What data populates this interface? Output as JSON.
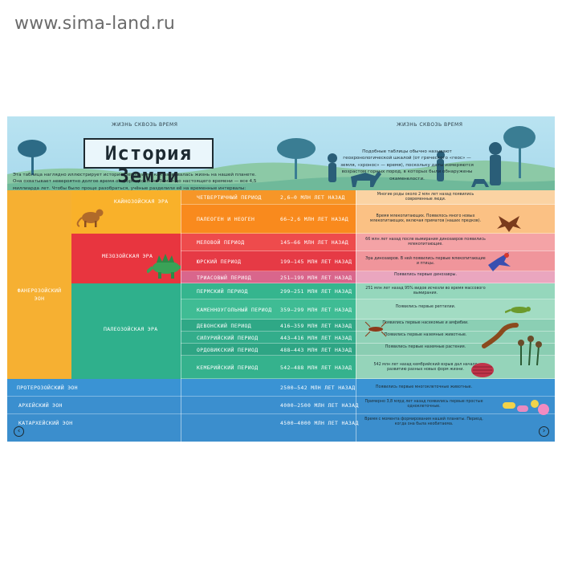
{
  "watermark": "www.sima-land.ru",
  "running_head_left": "Жизнь сквозь время",
  "running_head_right": "Жизнь сквозь время",
  "title": "История Земли",
  "intro": "Эта таблица наглядно иллюстрирует историю Земли и то, как развивалась жизнь на нашей планете. Она охватывает невероятно долгое время от формирования Земли до настоящего времени — все 4,5 миллиарда лет. Чтобы было проще разобраться, учёные разделили её на временные интервалы: эоны, эры и периоды.",
  "note": "Подобные таблицы обычно называют геохронологической шкалой (от греческого «геос» — земля, «хронос» — время), поскольку даты измеряются возрастом горных пород, в которых были обнаружены окаменелости.",
  "eons": {
    "phanerozoic": "Фанерозойский эон",
    "proterozoic": "Протерозойский эон",
    "archean": "Архейский эон",
    "katarchean": "Катархейский эон"
  },
  "eras": {
    "cenozoic": "Кайнозойская эра",
    "mesozoic": "Мезозойская эра",
    "paleozoic": "Палеозойская эра"
  },
  "periods": [
    {
      "name": "Четвертичный период",
      "date": "2,6–0 млн лет назад",
      "event": "Многие роды около 2 млн лет назад появились современные люди."
    },
    {
      "name": "Палеоген и неоген",
      "date": "66–2,6 млн лет назад",
      "event": "Время млекопитающих. Появилось много новых млекопитающих, включая приматов (наших предков)."
    },
    {
      "name": "Меловой период",
      "date": "145–66 млн лет назад",
      "event": "66 млн лет назад после вымирания динозавров появились млекопитающие."
    },
    {
      "name": "Юрский период",
      "date": "199–145 млн лет назад",
      "event": "Эра динозавров. В ней появились первые млекопитающие и птицы."
    },
    {
      "name": "Триасовый период",
      "date": "251–199 млн лет назад",
      "event": "Появились первые динозавры."
    },
    {
      "name": "Пермский период",
      "date": "299–251 млн лет назад",
      "event": "251 млн лет назад 95% видов исчезли во время массового вымирания."
    },
    {
      "name": "Каменноугольный период",
      "date": "359–299 млн лет назад",
      "event": "Появились первые рептилии."
    },
    {
      "name": "Девонский период",
      "date": "416–359 млн лет назад",
      "event": "Появились первые насекомые и амфибии."
    },
    {
      "name": "Силурийский период",
      "date": "443–416 млн лет назад",
      "event": "Появились первые наземные животные."
    },
    {
      "name": "Ордовикский период",
      "date": "488–443 млн лет назад",
      "event": "Появились первые наземные растения."
    },
    {
      "name": "Кембрийский период",
      "date": "542–488 млн лет назад",
      "event": "542 млн лет назад кембрийский взрыв дал начало развитию разных новых форм жизни."
    }
  ],
  "deep": [
    {
      "date": "2500–542 млн лет назад",
      "event": "Появились первые многоклеточные животные."
    },
    {
      "date": "4000–2500 млн лет назад",
      "event": "Примерно 3,8 млрд лет назад появились первые простые одноклеточные."
    },
    {
      "date": "4500–4000 млн лет назад",
      "event": "Время с момента формирования нашей планеты. Период, когда она была необитаема."
    }
  ],
  "nav_prev": "‹",
  "nav_next": "›",
  "colors": {
    "phanerozoic_eon": "#f6b032",
    "cenozoic": "#f9b12a",
    "mesozoic": "#e8353f",
    "paleozoic": "#2fb08c",
    "precambrian": "#3a93d4",
    "quaternary": "#f69628",
    "paleogene": "#f98a1d",
    "cretaceous": "#ee4b4c",
    "jurassic": "#e63a45",
    "triassic": "#d9668c"
  }
}
